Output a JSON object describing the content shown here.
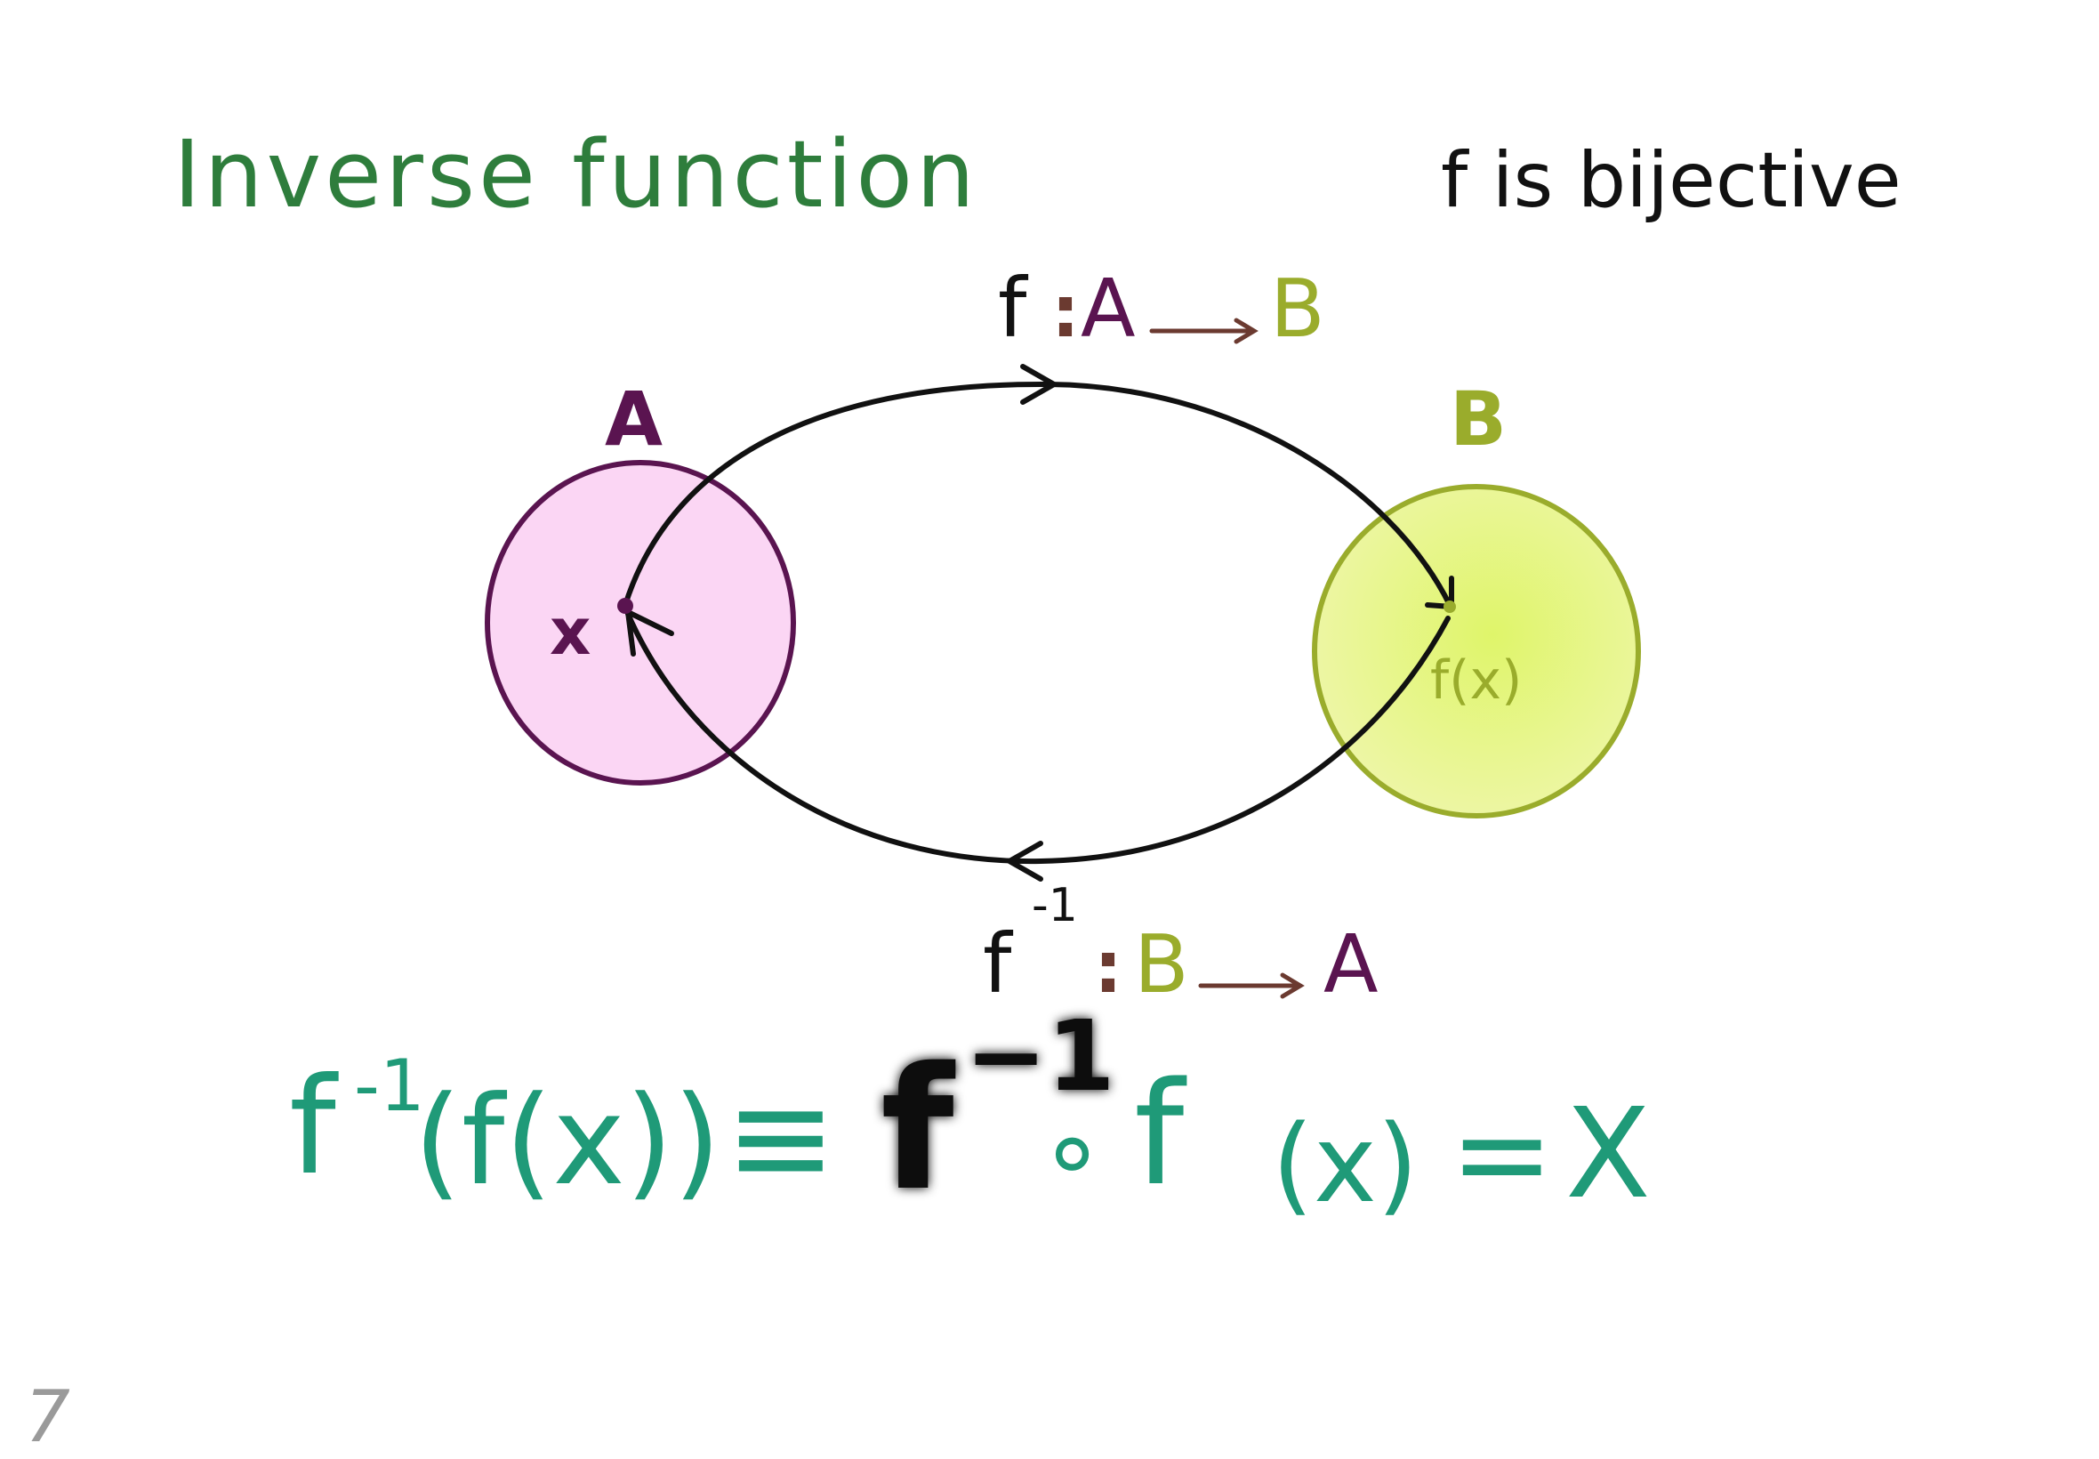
{
  "title": "Inverse function",
  "condition": "f is bijective",
  "set_a": {
    "label": "A",
    "element": "x",
    "color": "#5a1450",
    "fill": "#fbd3f3"
  },
  "set_b": {
    "label": "B",
    "element": "f(x)",
    "color": "#9aac2c",
    "fill": "#e3f07a"
  },
  "forward_map": {
    "fn": "f",
    "colon": ":",
    "from": "A",
    "to": "B"
  },
  "inverse_map": {
    "fn": "f",
    "sup": "-1",
    "colon": ":",
    "from": "B",
    "to": "A"
  },
  "identity": {
    "lhs_fn": "f",
    "lhs_sup": "-1",
    "lhs_arg": "(f(x))",
    "equiv": "≡",
    "mid_fn": "f",
    "mid_sup": "−1",
    "compose": "∘",
    "mid_fn2": "f",
    "mid_arg": "(x)",
    "eq": "=",
    "rhs": "X"
  },
  "page_number": "7",
  "colors": {
    "title": "#2e7d3c",
    "ink": "#111111",
    "formula": "#1f9a78",
    "arrow_small": "#6b3a30",
    "page_number": "#9a9a9a"
  }
}
